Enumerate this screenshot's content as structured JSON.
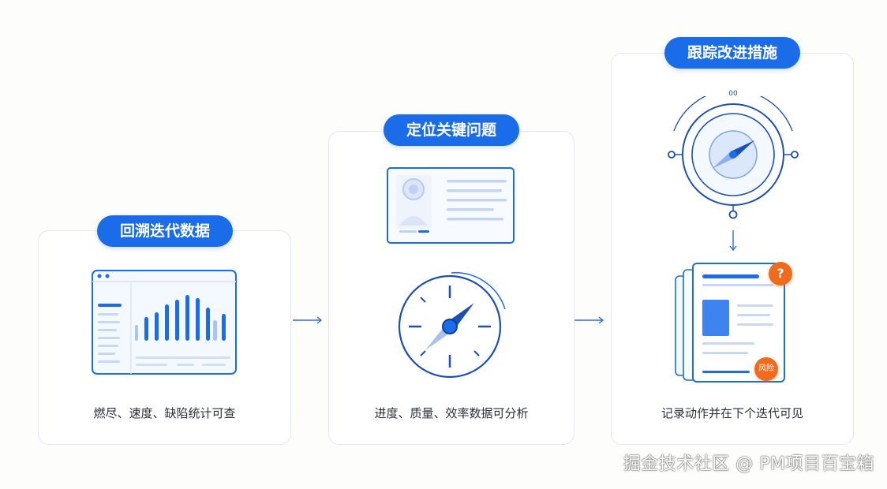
{
  "steps": [
    {
      "title": "回溯迭代数据",
      "caption": "燃尽、速度、缺陷统计可查"
    },
    {
      "title": "定位关键问题",
      "caption": "进度、质量、效率数据可分析"
    },
    {
      "title": "跟踪改进措施",
      "caption": "记录动作并在下个迭代可见"
    }
  ],
  "badges": {
    "question": "?",
    "risk": "风险"
  },
  "compass_label": "00",
  "watermark": "掘金技术社区 @ PM项目百宝箱",
  "colors": {
    "accent": "#1a6ce8",
    "orange": "#f26a1b",
    "border": "#e3e8f0"
  }
}
